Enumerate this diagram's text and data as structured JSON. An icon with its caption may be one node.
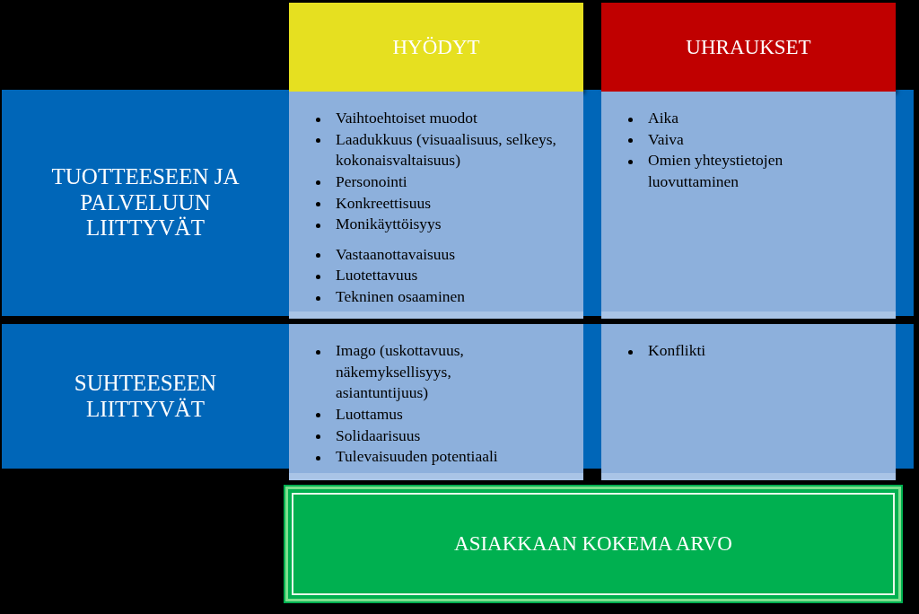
{
  "diagram": {
    "nodes": [
      {
        "text": [
          "HYÖDYT"
        ]
      },
      {
        "text": [
          "UHRAUKSET"
        ]
      },
      {
        "text": [
          "TUOTTEESEEN JA PALVELUUN LIITTYVÄT"
        ]
      },
      {
        "text": [
          "Vaihtoehtoiset muodot",
          "Laadukkuus (visuaalisuus, selkeys, kokonaisvaltaisuus)",
          "Personointi",
          "Konkreettisuus",
          "Monikäyttöisyys",
          "Vastaanottavaisuus",
          "Luotettavuus",
          "Tekninen osaaminen"
        ]
      },
      {
        "text": [
          "Aika",
          "Vaiva",
          "Omien yhteystietojen luovuttaminen"
        ]
      },
      {
        "text": [
          "SUHTEESEEN LIITTYVÄT"
        ]
      },
      {
        "text": [
          "Imago (uskottavuus, näkemyksellisyys, asiantuntijuus)",
          "Luottamus",
          "Solidaarisuus",
          "Tulevaisuuden potentiaali"
        ]
      },
      {
        "text": [
          "Konflikti"
        ]
      },
      {
        "text": [
          "ASIAKKAAN KOKEMA ARVO"
        ]
      }
    ]
  }
}
